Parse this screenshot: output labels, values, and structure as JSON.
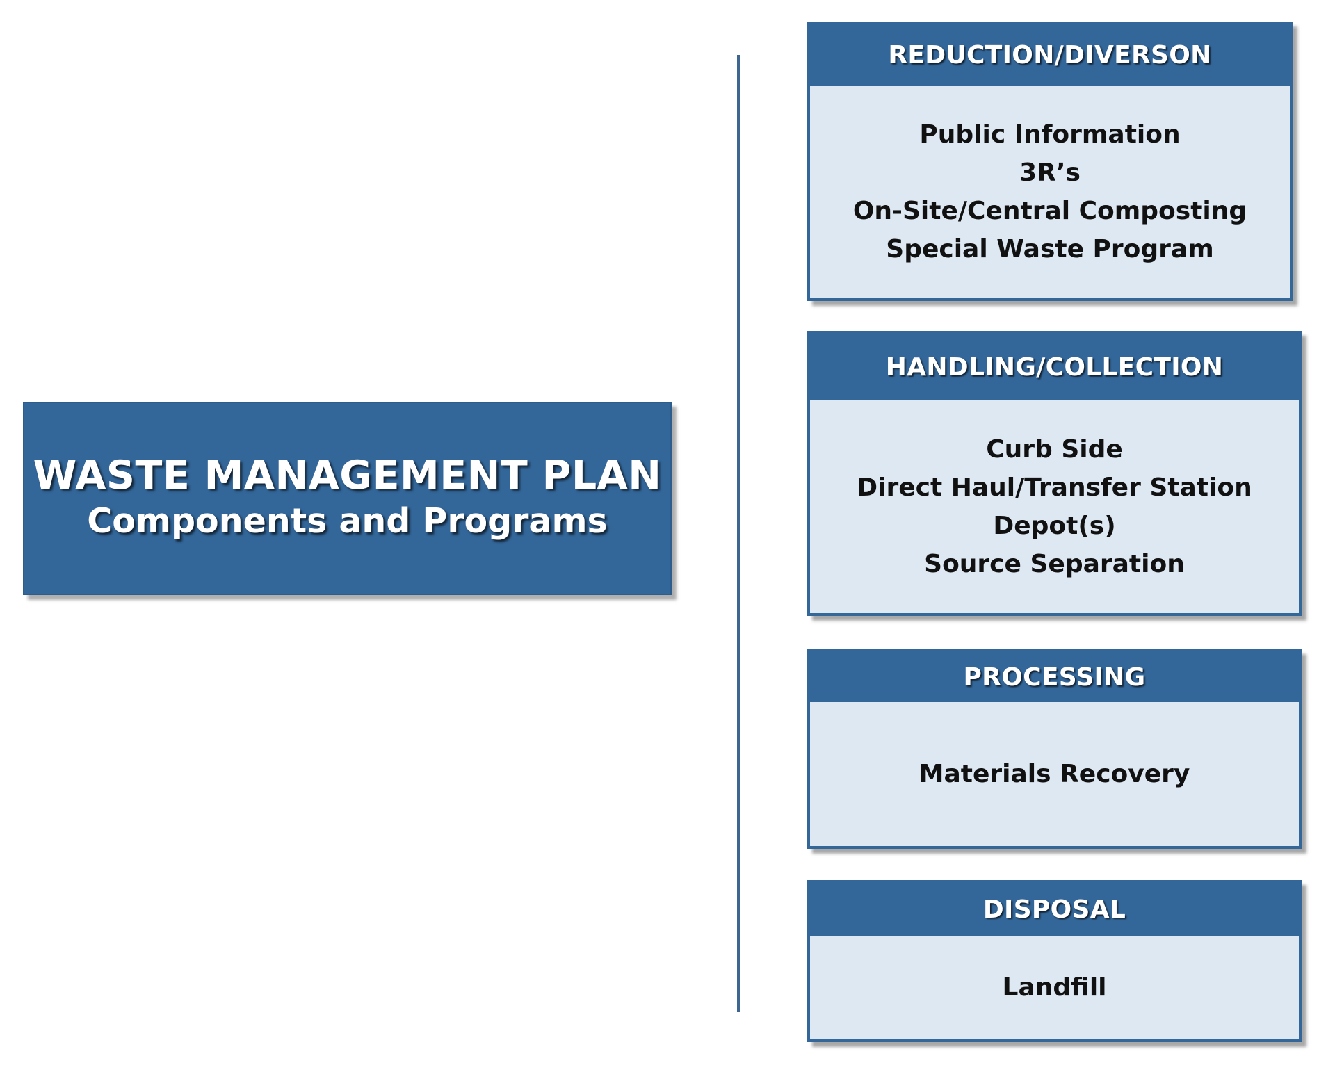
{
  "main": {
    "title": "WASTE MANAGEMENT PLAN",
    "subtitle": "Components and Programs"
  },
  "components": [
    {
      "header": "REDUCTION/DIVERSON",
      "items": [
        "Public Information",
        "3R’s",
        "On-Site/Central Composting",
        "Special Waste Program"
      ]
    },
    {
      "header": "HANDLING/COLLECTION",
      "items": [
        "Curb Side",
        "Direct Haul/Transfer Station",
        "Depot(s)",
        "Source Separation"
      ]
    },
    {
      "header": "PROCESSING",
      "items": [
        "Materials Recovery"
      ]
    },
    {
      "header": "DISPOSAL",
      "items": [
        "Landfill"
      ]
    }
  ],
  "colors": {
    "header_blue": "#336699",
    "body_fill": "#dee8f3",
    "divider": "#3f6690"
  }
}
